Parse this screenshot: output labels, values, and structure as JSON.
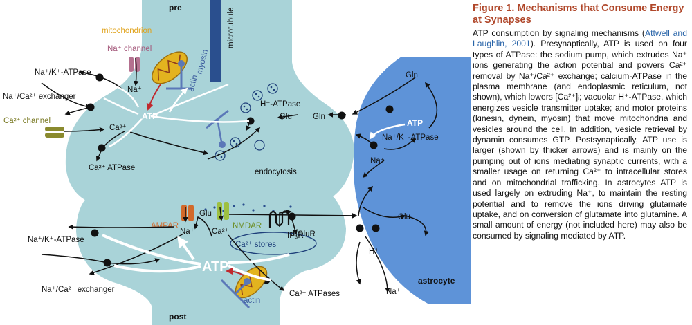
{
  "caption": {
    "title": "Figure 1. Mechanisms that Consume Energy at Synapses",
    "body_part1": "ATP consumption by signaling mechanisms (",
    "reference": "Attwell and Laughlin, 2001",
    "body_part2": "). Presynaptically, ATP is used on four types of ATPase: the sodium pump, which extrudes Na⁺ ions generating the action potential and powers Ca²⁺ removal by Na⁺/Ca²⁺ exchange; calcium-ATPase in the plasma membrane (and endoplasmic reticulum, not shown), which lowers [Ca²⁺]ᵢ; vacuolar H⁺-ATPase, which energizes vesicle transmitter uptake; and motor proteins (kinesin, dynein, myosin) that move mitochondria and vesicles around the cell. In addition, vesicle retrieval by dynamin consumes GTP. Postsynaptically, ATP use is larger (shown by thicker arrows) and is mainly on the pumping out of ions mediating synaptic currents, with a smaller usage on returning Ca²⁺ to intracellular stores and on mitochondrial trafficking. In astrocytes ATP is used largely on extruding Na⁺, to maintain the resting potential and to remove the ions driving glutamate uptake, and on conversion of glutamate into glutamine. A small amount of energy (not included here) may also be consumed by signaling mediated by ATP."
  },
  "diagram": {
    "pre": "pre",
    "post": "post",
    "astrocyte": "astrocyte",
    "microtubule": "microtubule",
    "mitochondrion": "mitochondrion",
    "na_channel": "Na⁺ channel",
    "ca_channel": "Ca²⁺ channel",
    "pre_naK_atpase": "Na⁺/K⁺-ATPase",
    "pre_naCa_exchanger": "Na⁺/Ca²⁺ exchanger",
    "pre_ca_atpase": "Ca²⁺ ATPase",
    "pre_na": "Na⁺",
    "pre_ca": "Ca²⁺",
    "pre_atp": "ATP",
    "myosin": "myosin",
    "actin_pre": "actin",
    "h_atpase": "H⁺-ATPase",
    "glu_vesicle": "Glu",
    "gln_pre": "Gln",
    "endocytosis": "endocytosis",
    "glu_cleft": "Glu",
    "ampar": "AMPAR",
    "nmdar": "NMDAR",
    "mglur": "mGluR",
    "ip3r": "IP₃R",
    "ca_stores": "Ca²⁺ stores",
    "post_na": "Na⁺",
    "post_ca": "Ca²⁺",
    "post_naK_atpase": "Na⁺/K⁺-ATPase",
    "post_naCa_exchanger": "Na⁺/Ca²⁺ exchanger",
    "post_ca_atpases": "Ca²⁺ ATPases",
    "post_atp": "ATP",
    "actin_post": "actin",
    "astro_gln": "Gln",
    "astro_atp": "ATP",
    "astro_naK_atpase": "Na⁺/K⁺-ATPase",
    "astro_na": "Na⁺",
    "astro_glu": "Glu",
    "astro_h": "H⁺",
    "astro_na_out": "Na⁺"
  },
  "colors": {
    "cell_fill": "#a9d3d8",
    "astrocyte_fill": "#5e93d8",
    "microtubule": "#2a4f8e",
    "mitochondrion": "#e3b31f",
    "na_channel": "#b4708f",
    "ca_channel": "#8a8a2e",
    "ampar": "#d2692a",
    "nmdar": "#9ec041",
    "caption_title": "#b0472a",
    "reference_link": "#2763a8",
    "motor_protein": "#5b78b8"
  }
}
